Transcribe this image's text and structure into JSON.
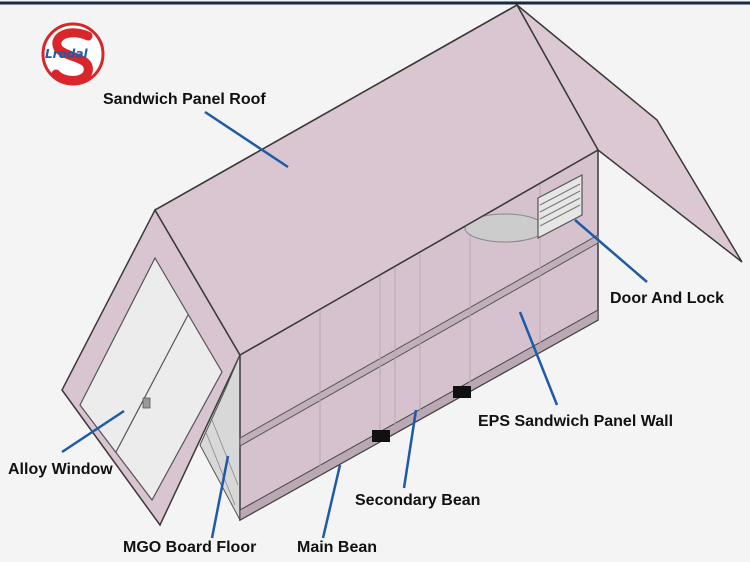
{
  "logo": {
    "text": "Lrodal",
    "colors": {
      "red": "#d9262a",
      "blue": "#1f5aa6"
    }
  },
  "labels": {
    "roof": "Sandwich Panel Roof",
    "door": "Door And Lock",
    "wall": "EPS Sandwich Panel Wall",
    "window": "Alloy Window",
    "secondary_beam": "Secondary Bean",
    "floor": "MGO Board Floor",
    "main_beam": "Main Bean"
  },
  "colors": {
    "panel": "#dcc8d3",
    "panel_dark": "#cdb6c4",
    "leader": "#1f5aa6",
    "outline": "#3a3a3a"
  }
}
